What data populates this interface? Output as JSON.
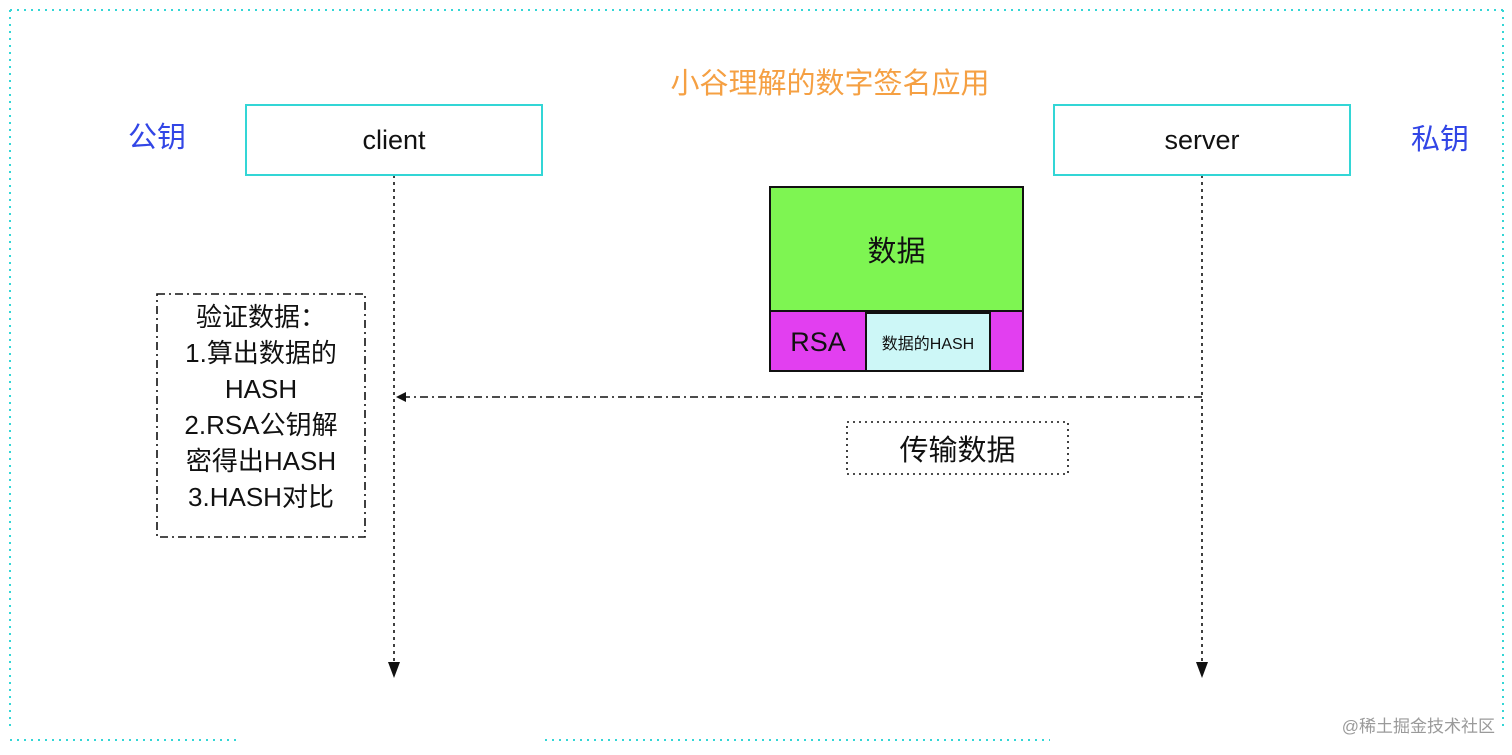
{
  "diagram": {
    "title": "小谷理解的数字签名应用",
    "public_key_label": "公钥",
    "private_key_label": "私钥",
    "client_label": "client",
    "server_label": "server",
    "data_label": "数据",
    "rsa_label": "RSA",
    "hash_label": "数据的HASH",
    "verify_lines": [
      "验证数据：",
      "1.算出数据的",
      "HASH",
      "2.RSA公钥解",
      "密得出HASH",
      "3.HASH对比"
    ],
    "transfer_label": "传输数据"
  },
  "footer": {
    "watermark": "@稀土掘金技术社区"
  },
  "colors": {
    "title": "#f5a043",
    "key_labels": "#3246e6",
    "actor_border": "#33d6d6",
    "data_fill": "#7ef552",
    "rsa_fill": "#e23ff0",
    "hash_fill": "#cdf7f7",
    "page_border": "#33d6d6"
  }
}
